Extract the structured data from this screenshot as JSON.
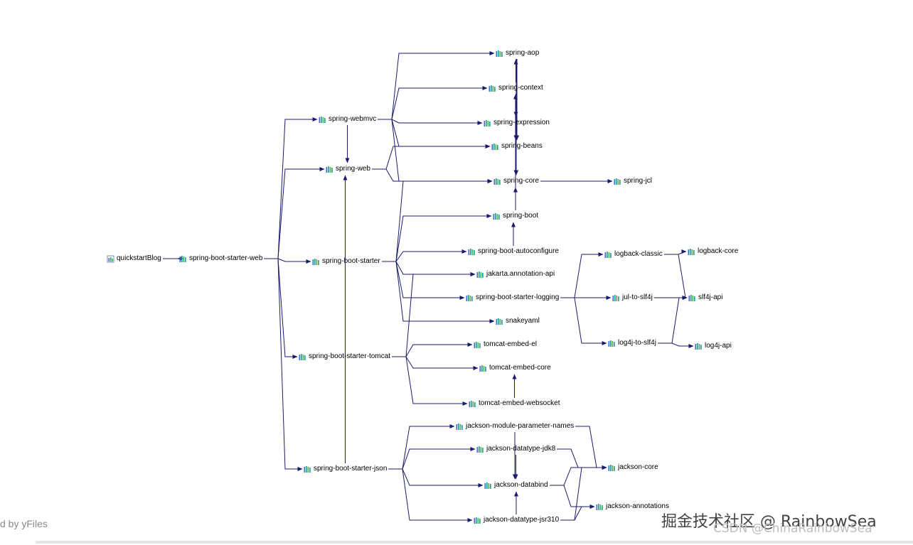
{
  "colors": {
    "edge": "#1a1a6e",
    "icon_blue": "#3b6bd1",
    "icon_teal": "#2aa198",
    "icon_green": "#4caf50",
    "root_icon": "#6d8fc7"
  },
  "credit": "d by yFiles",
  "watermark": {
    "line1": "掘金技术社区 @ RainbowSea",
    "line2": "CSDN @ChinaRainbowSea"
  },
  "nodes": [
    {
      "id": "quickstartBlog",
      "label": "quickstartBlog",
      "icon": "module-icon"
    },
    {
      "id": "sbsw",
      "label": "spring-boot-starter-web",
      "icon": "jar-icon"
    },
    {
      "id": "webmvc",
      "label": "spring-webmvc",
      "icon": "jar-icon"
    },
    {
      "id": "web",
      "label": "spring-web",
      "icon": "jar-icon"
    },
    {
      "id": "sbs",
      "label": "spring-boot-starter",
      "icon": "jar-icon"
    },
    {
      "id": "sbst",
      "label": "spring-boot-starter-tomcat",
      "icon": "jar-icon"
    },
    {
      "id": "sbsj",
      "label": "spring-boot-starter-json",
      "icon": "jar-icon"
    },
    {
      "id": "aop",
      "label": "spring-aop",
      "icon": "jar-icon"
    },
    {
      "id": "context",
      "label": "spring-context",
      "icon": "jar-icon"
    },
    {
      "id": "expression",
      "label": "spring-expression",
      "icon": "jar-icon"
    },
    {
      "id": "beans",
      "label": "spring-beans",
      "icon": "jar-icon"
    },
    {
      "id": "core",
      "label": "spring-core",
      "icon": "jar-icon"
    },
    {
      "id": "jcl",
      "label": "spring-jcl",
      "icon": "jar-icon"
    },
    {
      "id": "boot",
      "label": "spring-boot",
      "icon": "jar-icon"
    },
    {
      "id": "autoconf",
      "label": "spring-boot-autoconfigure",
      "icon": "jar-icon"
    },
    {
      "id": "jakarta",
      "label": "jakarta.annotation-api",
      "icon": "jar-icon"
    },
    {
      "id": "logging",
      "label": "spring-boot-starter-logging",
      "icon": "jar-icon"
    },
    {
      "id": "snakeyaml",
      "label": "snakeyaml",
      "icon": "jar-icon"
    },
    {
      "id": "tel",
      "label": "tomcat-embed-el",
      "icon": "jar-icon"
    },
    {
      "id": "tcore",
      "label": "tomcat-embed-core",
      "icon": "jar-icon"
    },
    {
      "id": "tws",
      "label": "tomcat-embed-websocket",
      "icon": "jar-icon"
    },
    {
      "id": "jmpn",
      "label": "jackson-module-parameter-names",
      "icon": "jar-icon"
    },
    {
      "id": "jdk8",
      "label": "jackson-datatype-jdk8",
      "icon": "jar-icon"
    },
    {
      "id": "databind",
      "label": "jackson-databind",
      "icon": "jar-icon"
    },
    {
      "id": "jsr310",
      "label": "jackson-datatype-jsr310",
      "icon": "jar-icon"
    },
    {
      "id": "jcore",
      "label": "jackson-core",
      "icon": "jar-icon"
    },
    {
      "id": "jann",
      "label": "jackson-annotations",
      "icon": "jar-icon"
    },
    {
      "id": "logback_classic",
      "label": "logback-classic",
      "icon": "jar-icon"
    },
    {
      "id": "logback_core",
      "label": "logback-core",
      "icon": "jar-icon"
    },
    {
      "id": "jul",
      "label": "jul-to-slf4j",
      "icon": "jar-icon"
    },
    {
      "id": "log4j_slf4j",
      "label": "log4j-to-slf4j",
      "icon": "jar-icon"
    },
    {
      "id": "slf4j",
      "label": "slf4j-api",
      "icon": "jar-icon"
    },
    {
      "id": "log4j_api",
      "label": "log4j-api",
      "icon": "jar-icon"
    }
  ],
  "edges": [
    [
      "quickstartBlog",
      "sbsw"
    ],
    [
      "sbsw",
      "webmvc"
    ],
    [
      "sbsw",
      "web"
    ],
    [
      "sbsw",
      "sbs"
    ],
    [
      "sbsw",
      "sbst"
    ],
    [
      "sbsw",
      "sbsj"
    ],
    [
      "webmvc",
      "web"
    ],
    [
      "webmvc",
      "aop"
    ],
    [
      "webmvc",
      "context"
    ],
    [
      "webmvc",
      "expression"
    ],
    [
      "webmvc",
      "beans"
    ],
    [
      "webmvc",
      "core"
    ],
    [
      "web",
      "beans"
    ],
    [
      "web",
      "core"
    ],
    [
      "context",
      "aop"
    ],
    [
      "context",
      "expression"
    ],
    [
      "context",
      "beans"
    ],
    [
      "context",
      "core"
    ],
    [
      "aop",
      "beans"
    ],
    [
      "aop",
      "core"
    ],
    [
      "expression",
      "core"
    ],
    [
      "beans",
      "core"
    ],
    [
      "core",
      "jcl"
    ],
    [
      "sbs",
      "boot"
    ],
    [
      "sbs",
      "autoconf"
    ],
    [
      "sbs",
      "jakarta"
    ],
    [
      "sbs",
      "logging"
    ],
    [
      "sbs",
      "snakeyaml"
    ],
    [
      "sbs",
      "core"
    ],
    [
      "autoconf",
      "boot"
    ],
    [
      "boot",
      "core"
    ],
    [
      "boot",
      "context"
    ],
    [
      "logging",
      "logback_classic"
    ],
    [
      "logging",
      "jul"
    ],
    [
      "logging",
      "log4j_slf4j"
    ],
    [
      "logback_classic",
      "logback_core"
    ],
    [
      "logback_classic",
      "slf4j"
    ],
    [
      "jul",
      "slf4j"
    ],
    [
      "log4j_slf4j",
      "slf4j"
    ],
    [
      "log4j_slf4j",
      "log4j_api"
    ],
    [
      "sbst",
      "tel"
    ],
    [
      "sbst",
      "tcore"
    ],
    [
      "sbst",
      "tws"
    ],
    [
      "sbst",
      "jakarta"
    ],
    [
      "tws",
      "tcore"
    ],
    [
      "sbsj",
      "jmpn"
    ],
    [
      "sbsj",
      "jdk8"
    ],
    [
      "sbsj",
      "databind"
    ],
    [
      "sbsj",
      "jsr310"
    ],
    [
      "sbsj",
      "web"
    ],
    [
      "jmpn",
      "jcore"
    ],
    [
      "jmpn",
      "databind"
    ],
    [
      "jdk8",
      "jcore"
    ],
    [
      "jdk8",
      "databind"
    ],
    [
      "jsr310",
      "jcore"
    ],
    [
      "jsr310",
      "databind"
    ],
    [
      "jsr310",
      "jann"
    ],
    [
      "databind",
      "jcore"
    ],
    [
      "databind",
      "jann"
    ]
  ]
}
